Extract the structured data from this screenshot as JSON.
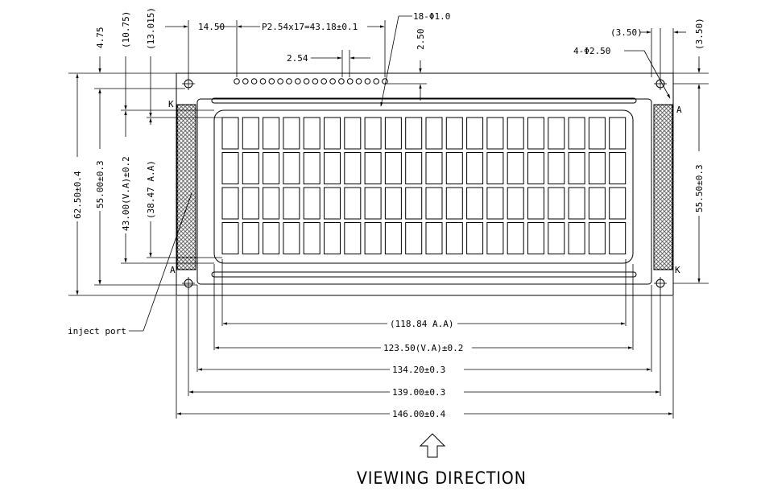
{
  "dims": {
    "pin_offset": "14.50",
    "pin_pitch": "P2.54x17=43.18±0.1",
    "pin_holes": "18-Φ1.0",
    "pin_spacing": "2.54",
    "pin_row_offset": "2.50",
    "mount_holes": "4-Φ2.50",
    "hole_offset_h": "(3.50)",
    "hole_offset_v": "(3.50)",
    "top_4_75": "4.75",
    "top_10_75": "(10.75)",
    "top_13_015": "(13.015)",
    "overall_height": "62.50±0.4",
    "bezel_height": "55.00±0.3",
    "va_height": "43.00(V.A)±0.2",
    "aa_height": "(38.47 A.A)",
    "right_height": "55.50±0.3",
    "aa_width": "(118.84 A.A)",
    "va_width": "123.50(V.A)±0.2",
    "w_134": "134.20±0.3",
    "w_139": "139.00±0.3",
    "overall_width": "146.00±0.4"
  },
  "labels": {
    "inject_port": "inject port",
    "viewing_direction": "VIEWING DIRECTION",
    "k_top_left": "K",
    "a_bottom_left": "A",
    "a_top_right": "A",
    "k_bottom_right": "K"
  },
  "display": {
    "columns": 20,
    "rows": 4
  },
  "pins": {
    "count": 18
  }
}
